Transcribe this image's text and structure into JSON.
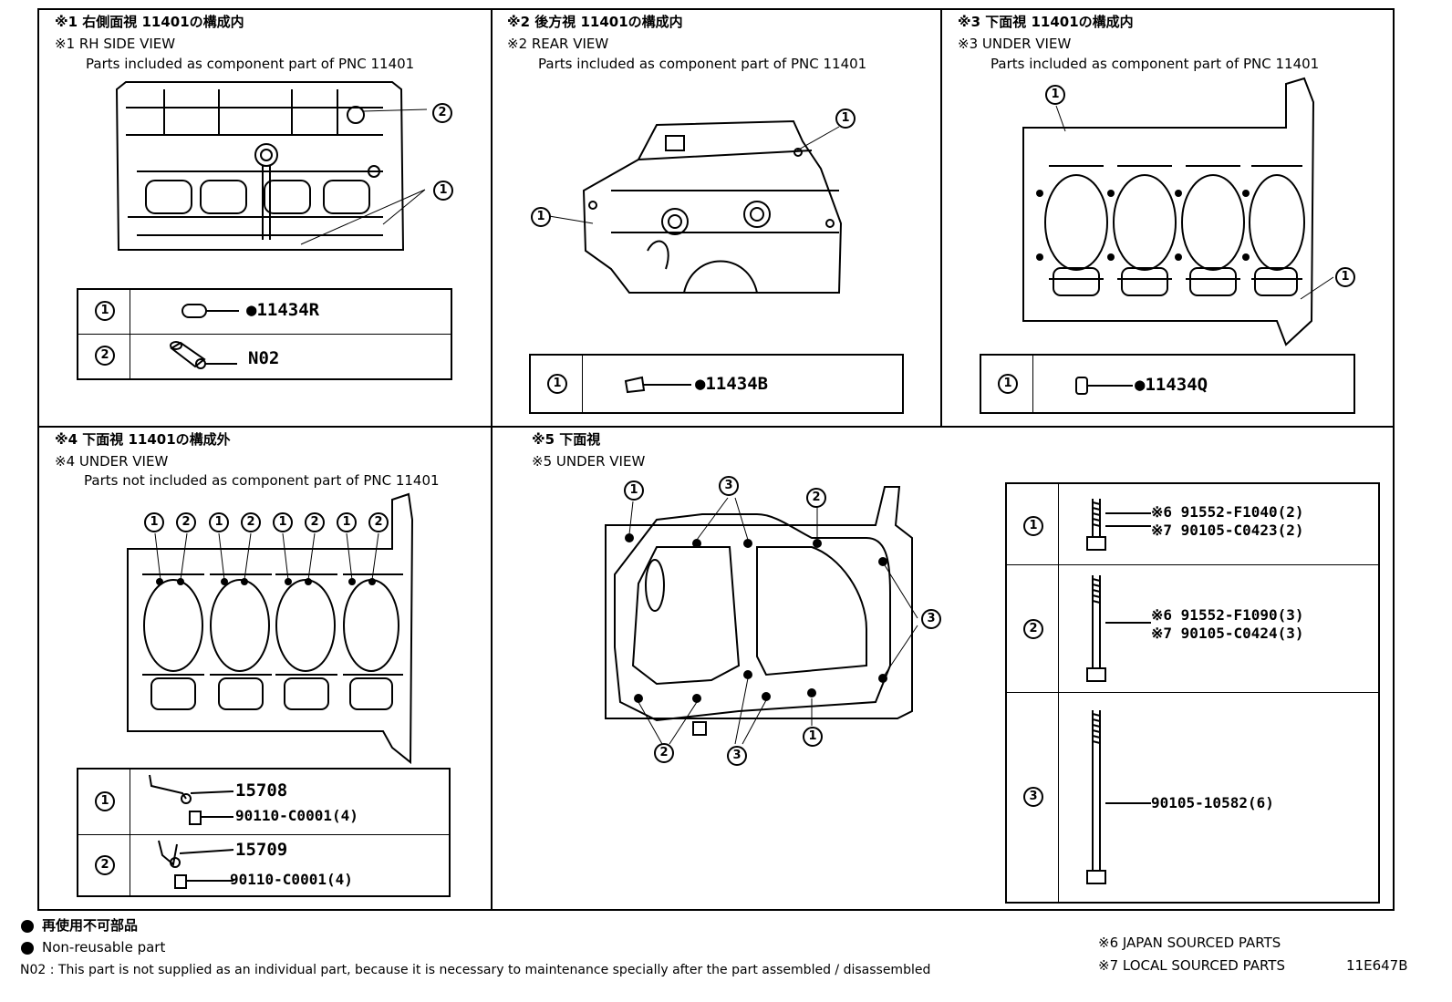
{
  "views": [
    {
      "title_jp": "※1 右側面視 11401の構成内",
      "title_en": "※1 RH SIDE VIEW",
      "note": "Parts included as component part of PNC 11401"
    },
    {
      "title_jp": "※2 後方視 11401の構成内",
      "title_en": "※2 REAR VIEW",
      "note": "Parts included as component part of PNC 11401"
    },
    {
      "title_jp": "※3 下面視 11401の構成内",
      "title_en": "※3 UNDER VIEW",
      "note": "Parts included as component part of PNC 11401"
    },
    {
      "title_jp": "※4 下面視 11401の構成外",
      "title_en": "※4 UNDER VIEW",
      "note": "Parts not included as component part of PNC 11401"
    },
    {
      "title_jp": "※5 下面視",
      "title_en": "※5 UNDER VIEW",
      "note": ""
    }
  ],
  "callouts": {
    "c1": "1",
    "c2": "2",
    "c3": "3"
  },
  "tables": {
    "t1": {
      "r1": "●11434R",
      "r2": "N02"
    },
    "t2": {
      "r1": "●11434B"
    },
    "t3": {
      "r1": "●11434Q"
    },
    "t4": {
      "r1a": "15708",
      "r1b": "90110-C0001(4)",
      "r2a": "15709",
      "r2b": "90110-C0001(4)"
    },
    "t5": {
      "r1a": "※6 91552-F1040(2)",
      "r1b": "※7 90105-C0423(2)",
      "r2a": "※6 91552-F1090(3)",
      "r2b": "※7 90105-C0424(3)",
      "r3": "90105-10582(6)"
    }
  },
  "footer": {
    "legend_jp": "再使用不可部品",
    "legend_en": "Non-reusable part",
    "n02_note": "N02 : This part is not supplied as an individual part, because it is necessary to maintenance specially after the part assembled / disassembled",
    "japan": "※6 JAPAN SOURCED PARTS",
    "local": "※7 LOCAL SOURCED PARTS",
    "code": "11E647B"
  }
}
